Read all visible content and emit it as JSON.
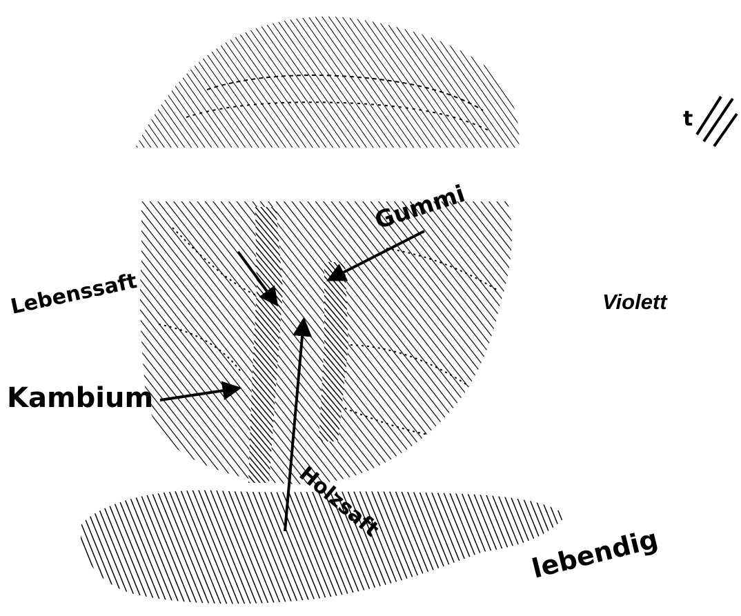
{
  "diagram": {
    "labels": {
      "lebenssaft": "Lebenssaft",
      "kambium": "Kambium",
      "gummi": "Gummi",
      "holzsaft": "Holzsaft",
      "lebendig": "lebendig",
      "corner_mark": "t",
      "violett": "Violett"
    }
  },
  "colors": {
    "ink": "#000000",
    "paper": "#ffffff"
  }
}
